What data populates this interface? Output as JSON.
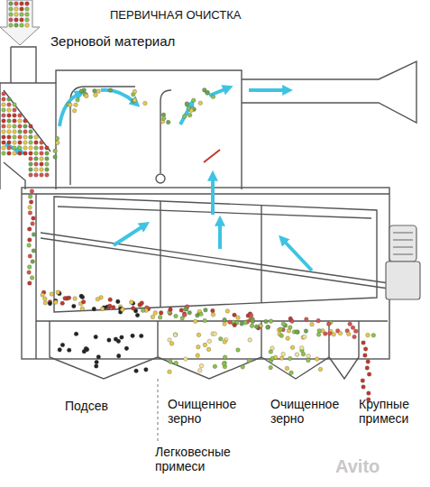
{
  "diagram": {
    "title": "ПЕРВИЧНАЯ ОЧИСТКА",
    "labels": [
      "Зерновой материал",
      "Подсев",
      "Очищенное зерно",
      "Очищенное зерно",
      "Крупные примеси",
      "Легковесные примеси",
      "Avito"
    ]
  }
}
